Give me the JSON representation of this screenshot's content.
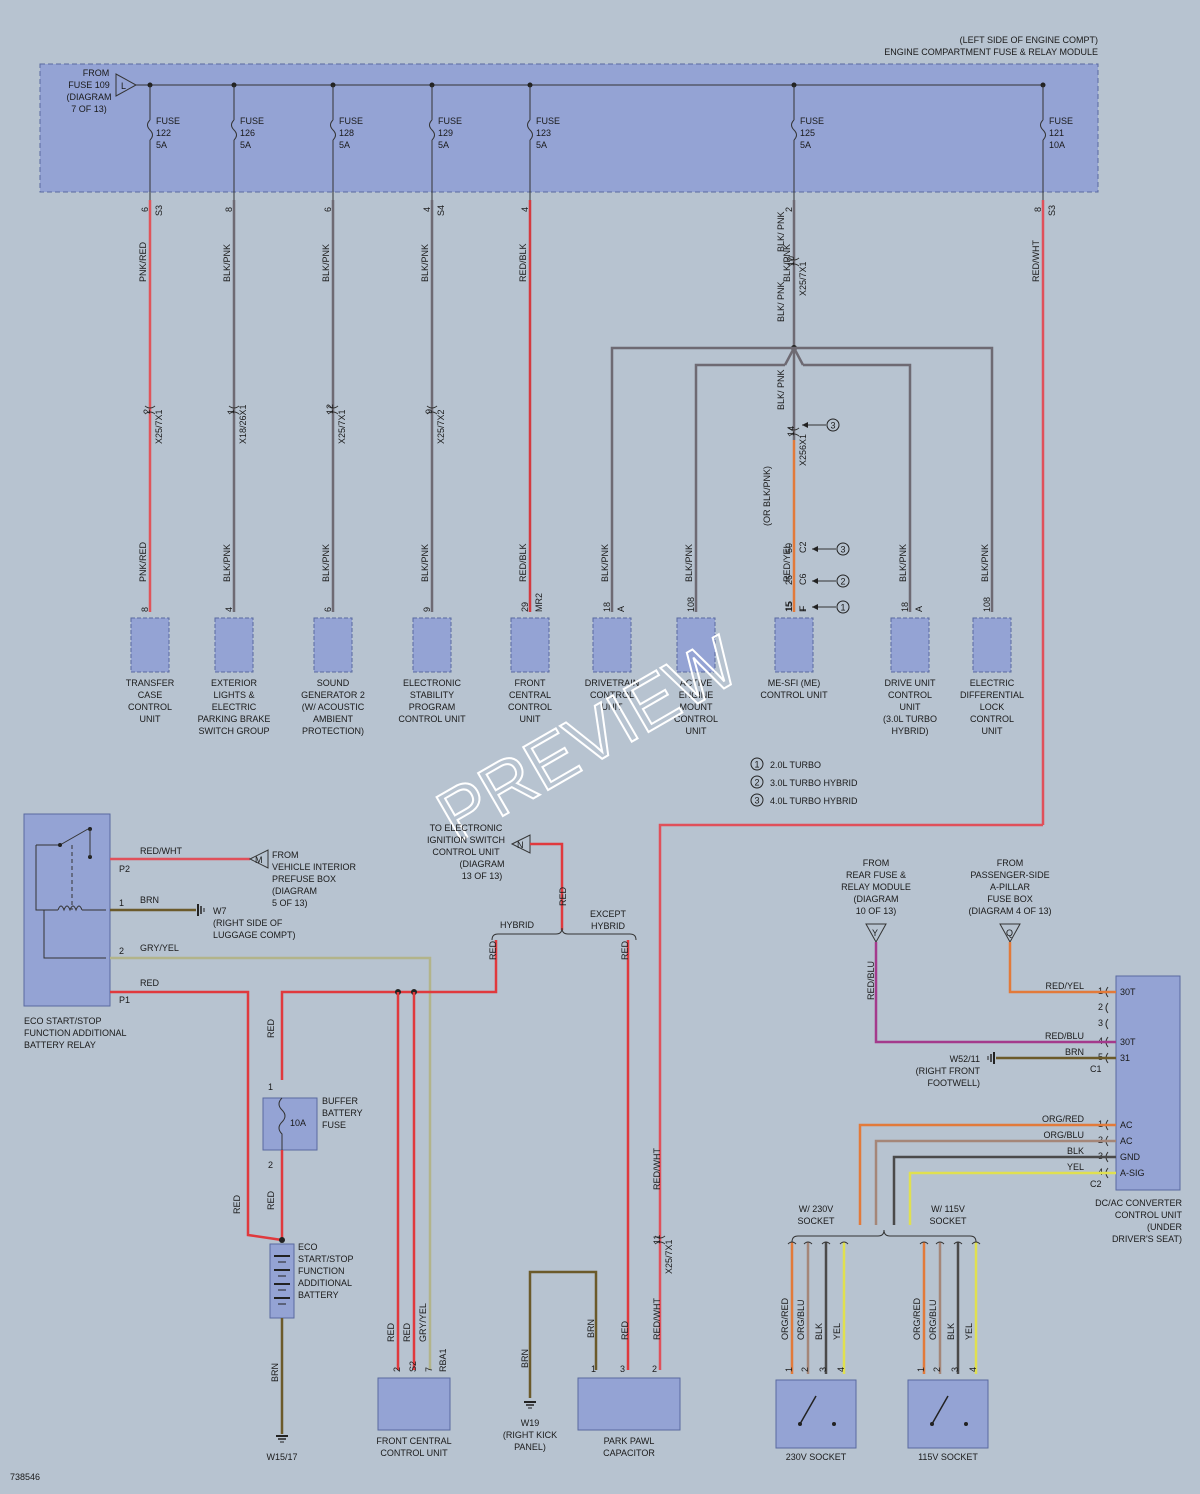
{
  "header": {
    "location": "(LEFT SIDE OF ENGINE COMPT)",
    "module": "ENGINE COMPARTMENT FUSE & RELAY MODULE"
  },
  "fuse_source": {
    "label_lines": [
      "FROM",
      "FUSE 109",
      "(DIAGRAM",
      "7 OF 13)"
    ],
    "connector": "L"
  },
  "fuses": [
    {
      "name": "FUSE",
      "number": "122",
      "rating": "5A",
      "pin": "6",
      "term": "S3",
      "wire": "PNK/RED"
    },
    {
      "name": "FUSE",
      "number": "126",
      "rating": "5A",
      "pin": "8",
      "term": "",
      "wire": "BLK/PNK"
    },
    {
      "name": "FUSE",
      "number": "128",
      "rating": "5A",
      "pin": "6",
      "term": "",
      "wire": "BLK/PNK"
    },
    {
      "name": "FUSE",
      "number": "129",
      "rating": "5A",
      "pin": "4",
      "term": "S4",
      "wire": "BLK/PNK"
    },
    {
      "name": "FUSE",
      "number": "123",
      "rating": "5A",
      "pin": "4",
      "term": "",
      "wire": "RED/BLK"
    },
    {
      "name": "FUSE",
      "number": "125",
      "rating": "5A",
      "pin": "2",
      "term": "",
      "wire": "BLK/PNK"
    },
    {
      "name": "FUSE",
      "number": "121",
      "rating": "10A",
      "pin": "8",
      "term": "S3",
      "wire": "RED/WHT"
    }
  ],
  "inline_connectors": [
    {
      "pin": "2",
      "name": "X25/7X1"
    },
    {
      "pin": "1",
      "name": "X18/26X1"
    },
    {
      "pin": "12",
      "name": "X25/7X1"
    },
    {
      "pin": "9",
      "name": "X25/7X2"
    },
    {
      "pin": "10",
      "name": "X25/7X1"
    },
    {
      "pin": "14",
      "name": "X256X1"
    },
    {
      "pin": "11",
      "name": "X25/7X1"
    }
  ],
  "modules": [
    {
      "lines": [
        "TRANSFER",
        "CASE",
        "CONTROL",
        "UNIT"
      ],
      "pin": "8",
      "term": "",
      "wire": "PNK/RED"
    },
    {
      "lines": [
        "EXTERIOR",
        "LIGHTS &",
        "ELECTRIC",
        "PARKING BRAKE",
        "SWITCH GROUP"
      ],
      "pin": "4",
      "term": "",
      "wire": "BLK/PNK"
    },
    {
      "lines": [
        "SOUND",
        "GENERATOR 2",
        "(W/ ACOUSTIC",
        "AMBIENT",
        "PROTECTION)"
      ],
      "pin": "6",
      "term": "",
      "wire": "BLK/PNK"
    },
    {
      "lines": [
        "ELECTRONIC",
        "STABILITY",
        "PROGRAM",
        "CONTROL UNIT"
      ],
      "pin": "9",
      "term": "",
      "wire": "BLK/PNK"
    },
    {
      "lines": [
        "FRONT",
        "CENTRAL",
        "CONTROL",
        "UNIT"
      ],
      "pin": "29",
      "term": "MR2",
      "wire": "RED/BLK"
    },
    {
      "lines": [
        "DRIVETRAIN",
        "CONTROL",
        "UNIT"
      ],
      "pin": "18",
      "term": "A",
      "wire": "BLK/PNK"
    },
    {
      "lines": [
        "ACTIVE",
        "ENGINE",
        "MOUNT",
        "CONTROL",
        "UNIT"
      ],
      "pin": "108",
      "term": "",
      "wire": "BLK/PNK"
    },
    {
      "lines": [
        "ME-SFI (ME)",
        "CONTROL UNIT"
      ],
      "pin": "15",
      "term": "F",
      "wire": "RED/YEL"
    },
    {
      "lines": [
        "DRIVE UNIT",
        "CONTROL",
        "UNIT",
        "(3.0L TURBO",
        "HYBRID)"
      ],
      "pin": "18",
      "term": "A",
      "wire": "BLK/PNK"
    },
    {
      "lines": [
        "ELECTRIC",
        "DIFFERENTIAL",
        "LOCK",
        "CONTROL",
        "UNIT"
      ],
      "pin": "108",
      "term": "",
      "wire": "BLK/PNK"
    }
  ],
  "me_sfi_alt_pins": [
    {
      "pin": "50",
      "term": "C2",
      "variant": "3"
    },
    {
      "pin": "26",
      "term": "C6",
      "variant": "2"
    },
    {
      "pin": "15",
      "term": "F",
      "variant": "1"
    }
  ],
  "me_sfi_wire_alt": "(OR BLK/PNK)",
  "splice_wire": "BLK/ PNK",
  "legend": [
    {
      "num": "1",
      "text": "2.0L TURBO"
    },
    {
      "num": "2",
      "text": "3.0L TURBO HYBRID"
    },
    {
      "num": "3",
      "text": "4.0L TURBO HYBRID"
    }
  ],
  "relay": {
    "lines": [
      "ECO START/STOP",
      "FUNCTION ADDITIONAL",
      "BATTERY RELAY"
    ],
    "pins": [
      "P2",
      "1",
      "2",
      "P1"
    ],
    "wires": [
      "RED/WHT",
      "BRN",
      "GRY/YEL",
      "RED"
    ]
  },
  "vehicle_prefuse": {
    "connector": "M",
    "lines": [
      "FROM",
      "VEHICLE INTERIOR",
      "PREFUSE BOX",
      "(DIAGRAM",
      "5 OF 13)"
    ]
  },
  "ground_w7": {
    "name": "W7",
    "lines": [
      "(RIGHT SIDE OF",
      "LUGGAGE COMPT)"
    ]
  },
  "ignition": {
    "connector": "N",
    "lines": [
      "TO ELECTRONIC",
      "IGNITION SWITCH",
      "CONTROL UNIT",
      "(DIAGRAM",
      "13 OF 13)"
    ],
    "wire": "RED"
  },
  "hybrid_split": {
    "hybrid": "HYBRID",
    "except": "EXCEPT",
    "except2": "HYBRID"
  },
  "buffer_fuse": {
    "lines": [
      "BUFFER",
      "BATTERY",
      "FUSE"
    ],
    "rating": "10A",
    "pin_top": "1",
    "pin_bottom": "2",
    "wire": "RED"
  },
  "battery": {
    "lines": [
      "ECO",
      "START/STOP",
      "FUNCTION",
      "ADDITIONAL",
      "BATTERY"
    ],
    "wire": "BRN"
  },
  "ground_w1517": {
    "name": "W15/17"
  },
  "fccu_bottom": {
    "lines": [
      "FRONT CENTRAL",
      "CONTROL UNIT"
    ],
    "pins": [
      "2",
      "S2",
      "7",
      "RBA1"
    ],
    "wires": [
      "RED",
      "RED",
      "GRY/YEL"
    ]
  },
  "ground_w19": {
    "name": "W19",
    "lines": [
      "(RIGHT KICK",
      "PANEL)"
    ],
    "wire": "BRN"
  },
  "park_pawl": {
    "lines": [
      "PARK PAWL",
      "CAPACITOR"
    ],
    "pins": [
      "1",
      "3",
      "2"
    ],
    "wires": [
      "BRN",
      "RED",
      "RED/WHT"
    ]
  },
  "rear_fuse": {
    "connector": "Y",
    "lines": [
      "FROM",
      "REAR FUSE &",
      "RELAY MODULE",
      "(DIAGRAM",
      "10 OF 13)"
    ],
    "wire": "RED/BLU"
  },
  "passenger_fuse": {
    "connector": "Q",
    "lines": [
      "FROM",
      "PASSENGER-SIDE",
      "A-PILLAR",
      "FUSE BOX",
      "(DIAGRAM 4 OF 13)"
    ]
  },
  "dcac": {
    "lines": [
      "DC/AC CONVERTER",
      "CONTROL UNIT",
      "(UNDER",
      "DRIVER'S SEAT)"
    ],
    "c1_rows": [
      {
        "wire": "RED/YEL",
        "pin": "1",
        "func": "30T"
      },
      {
        "wire": "",
        "pin": "2",
        "func": ""
      },
      {
        "wire": "",
        "pin": "3",
        "func": ""
      },
      {
        "wire": "RED/BLU",
        "pin": "4",
        "func": "30T"
      },
      {
        "wire": "BRN",
        "pin": "5",
        "func": "31"
      }
    ],
    "c1_label": "C1",
    "c2_rows": [
      {
        "wire": "ORG/RED",
        "pin": "1",
        "func": "AC"
      },
      {
        "wire": "ORG/BLU",
        "pin": "2",
        "func": "AC"
      },
      {
        "wire": "BLK",
        "pin": "3",
        "func": "GND"
      },
      {
        "wire": "YEL",
        "pin": "4",
        "func": "A-SIG"
      }
    ],
    "c2_label": "C2"
  },
  "ground_w5211": {
    "name": "W52/11",
    "lines": [
      "(RIGHT FRONT",
      "FOOTWELL)"
    ]
  },
  "sockets": [
    {
      "variant": [
        "W/ 230V",
        "SOCKET"
      ],
      "name": "230V SOCKET",
      "wires": [
        "ORG/RED",
        "ORG/BLU",
        "BLK",
        "YEL"
      ],
      "pins": [
        "1",
        "2",
        "3",
        "4"
      ]
    },
    {
      "variant": [
        "W/ 115V",
        "SOCKET"
      ],
      "name": "115V SOCKET",
      "wires": [
        "ORG/RED",
        "ORG/BLU",
        "BLK",
        "YEL"
      ],
      "pins": [
        "1",
        "2",
        "3",
        "4"
      ]
    }
  ],
  "fccu_red_wht": "RED/WHT",
  "doc_id": "738546",
  "watermark": "PREVIEW"
}
